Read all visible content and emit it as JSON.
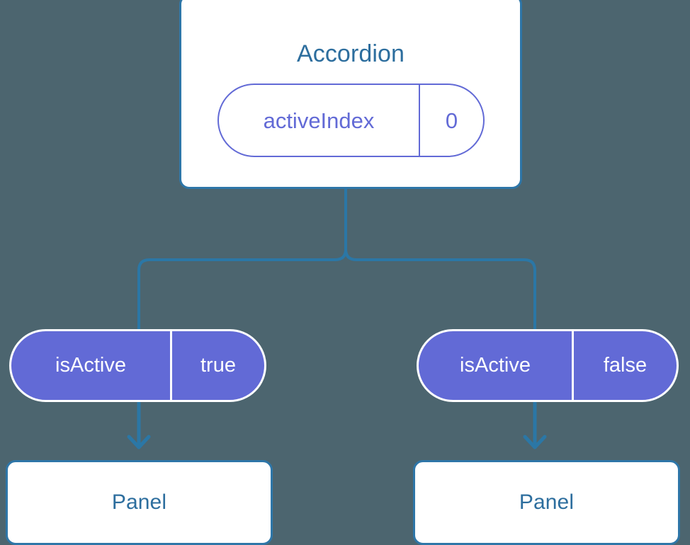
{
  "theme": {
    "background": "#4c656f",
    "card_border": "#2e76a8",
    "card_fill": "#ffffff",
    "title_text": "#2d6e9e",
    "accent_purple": "#626ad6",
    "connector_line": "#2b77a6",
    "pill_text_light": "#ffffff"
  },
  "diagram": {
    "type": "component-state-tree",
    "root": {
      "name": "accordion-component",
      "title": "Accordion",
      "state": {
        "key": "activeIndex",
        "value": "0",
        "style": "outline"
      }
    },
    "branches": [
      {
        "name": "left-branch",
        "prop": {
          "key": "isActive",
          "value": "true",
          "style": "filled"
        },
        "child": {
          "name": "panel-component-left",
          "title": "Panel"
        },
        "arrow": "down-arrow-icon"
      },
      {
        "name": "right-branch",
        "prop": {
          "key": "isActive",
          "value": "false",
          "style": "filled"
        },
        "child": {
          "name": "panel-component-right",
          "title": "Panel"
        },
        "arrow": "down-arrow-icon"
      }
    ]
  }
}
